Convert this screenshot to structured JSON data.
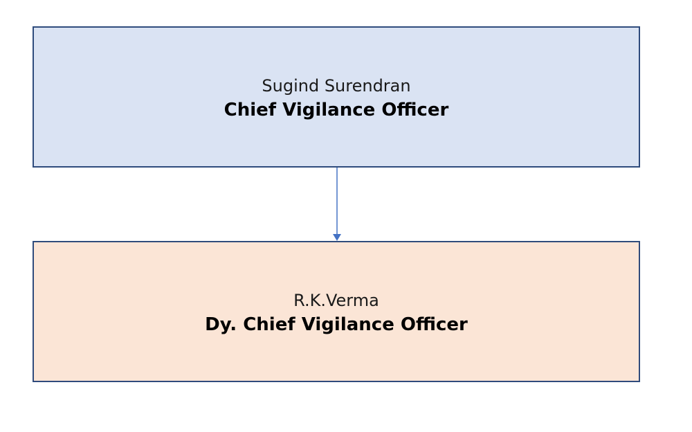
{
  "colors": {
    "top_box_fill": "#dae3f3",
    "bottom_box_fill": "#fbe5d6",
    "border": "#2f4b7c",
    "connector": "#4472c4"
  },
  "org_chart": {
    "nodes": [
      {
        "name": "Sugind Surendran",
        "title": "Chief Vigilance Officer"
      },
      {
        "name": "R.K.Verma",
        "title": "Dy. Chief Vigilance Officer"
      }
    ],
    "edges": [
      {
        "from": 0,
        "to": 1
      }
    ]
  }
}
